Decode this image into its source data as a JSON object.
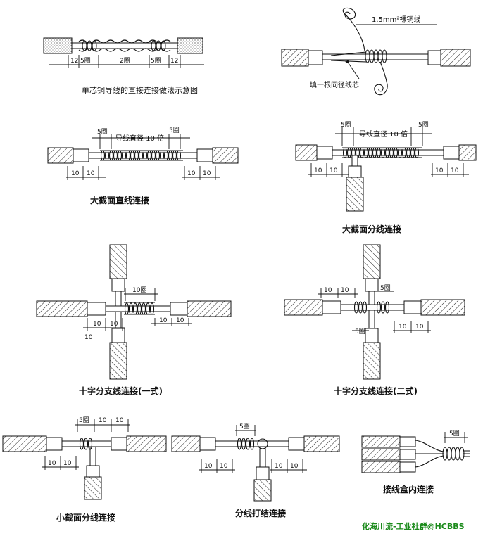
{
  "labels": {
    "d1_caption": "单芯铜导线的直接连接做法示意图",
    "d1_dim_12a": "12",
    "d1_dim_5a": "5圈",
    "d1_dim_2": "2圈",
    "d1_dim_5b": "5圈",
    "d1_dim_12b": "12",
    "d2_wire_label": "1.5mm²裸铜线",
    "d2_fill_label": "填一根同径线芯",
    "d3_caption": "大截面直线连接",
    "d3_5a": "5圈",
    "d3_mid": "导线直径 10 倍",
    "d3_5b": "5圈",
    "d3_10a": "10",
    "d3_10b": "10",
    "d3_10c": "10",
    "d3_10d": "10",
    "d4_caption": "大截面分线连接",
    "d4_5a": "5圈",
    "d4_mid": "导线直径 10 倍",
    "d4_5b": "5圈",
    "d4_10a": "10",
    "d4_10b": "10",
    "d4_10c": "10",
    "d4_10d": "10",
    "d5_caption": "十字分支线连接(一式)",
    "d5_5": "10圈",
    "d5_10a": "10",
    "d5_10b": "10",
    "d5_10c": "10",
    "d5_10d": "10",
    "d5_10e": "10",
    "d6_caption": "十字分支线连接(二式)",
    "d6_10a": "10",
    "d6_10b": "10",
    "d6_5a": "5圈",
    "d6_5b": "5圈",
    "d6_10c": "10",
    "d6_10d": "10",
    "d7_caption": "小截面分线连接",
    "d7_5": "5圈",
    "d7_10a": "10",
    "d7_10b": "10",
    "d7_10c": "10",
    "d7_10d": "10",
    "d8_caption": "分线打结连接",
    "d8_5": "5圈",
    "d8_10a": "10",
    "d8_10b": "10",
    "d8_10c": "10",
    "d8_10d": "10",
    "d9_caption": "接线盒内连接",
    "d9_5": "5圈",
    "watermark": "化海川流-工业社群@HCBBS"
  }
}
